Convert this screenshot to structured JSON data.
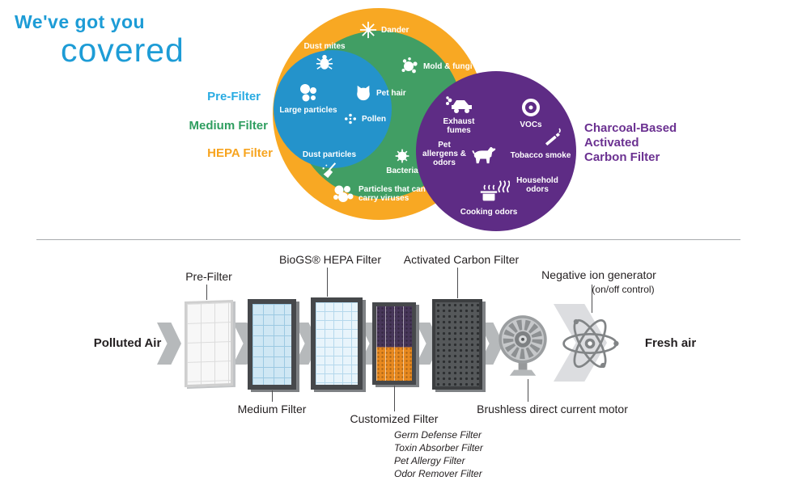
{
  "palette": {
    "title_blue": "#1d9cd6",
    "pre_blue": "#29abe2",
    "medium_green": "#2f9e60",
    "hepa_orange": "#f7a41f",
    "carbon_purple": "#6b3191",
    "circle_blue": "#2493cb",
    "circle_green": "#419e64",
    "circle_orange": "#f8a823",
    "circle_purple": "#5e2c85",
    "arrow_gray": "#b6b9bb",
    "text_dark": "#231f20"
  },
  "title": {
    "line1": "We've got you",
    "line2": "covered"
  },
  "venn": {
    "pre_label": "Pre-Filter",
    "medium_label": "Medium Filter",
    "hepa_label": "HEPA Filter",
    "carbon_label_1": "Charcoal-Based",
    "carbon_label_2": "Activated",
    "carbon_label_3": "Carbon Filter",
    "items": {
      "dander": "Dander",
      "mold": "Mold & fungi",
      "pet_hair": "Pet hair",
      "pollen": "Pollen",
      "bacteria": "Bacteria",
      "dust_mites": "Dust mites",
      "large_particles": "Large particles",
      "dust_particles": "Dust particles",
      "viruses": "Particles that can carry viruses",
      "exhaust": "Exhaust fumes",
      "vocs": "VOCs",
      "pet_allergens": "Pet allergens & odors",
      "tobacco": "Tobacco smoke",
      "household": "Household odors",
      "cooking": "Cooking odors"
    }
  },
  "flow": {
    "polluted_air": "Polluted Air",
    "fresh_air": "Fresh air",
    "pre_filter": "Pre-Filter",
    "medium_filter": "Medium Filter",
    "biogs_hepa": "BioGS® HEPA Filter",
    "customized": "Customized Filter",
    "customized_sub": [
      "Germ Defense Filter",
      "Toxin Absorber Filter",
      "Pet Allergy Filter",
      "Odor Remover Filter"
    ],
    "activated_carbon": "Activated Carbon Filter",
    "motor": "Brushless direct current motor",
    "ion": "Negative ion generator",
    "ion_sub": "(on/off control)"
  }
}
